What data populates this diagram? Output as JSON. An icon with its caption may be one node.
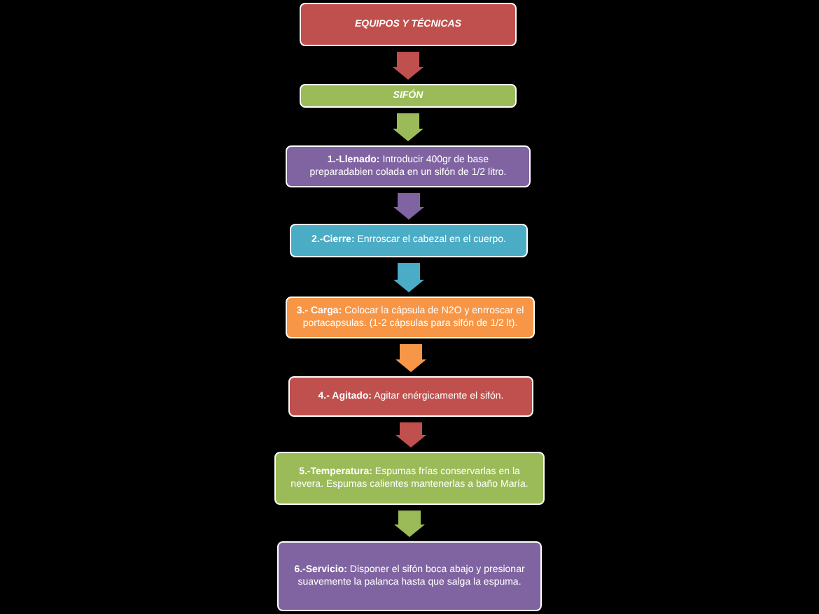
{
  "diagram": {
    "nodes": [
      {
        "text": [
          "EQUIPOS Y TÉCNICAS"
        ]
      },
      {
        "text": [
          "SIFÓN"
        ]
      },
      {
        "text": [
          "**1.-Llenado:** Introducir 400gr de base preparadabien colada en un sifón de 1/2 litro."
        ]
      },
      {
        "text": [
          "**2.-Cierre:** Enrroscar el cabezal en el cuerpo."
        ]
      },
      {
        "text": [
          "**3.- Carga:** Colocar la cápsula de N2O y enrroscar el portacapsulas. (1-2 cápsulas para sifón de 1/2 lt)."
        ]
      },
      {
        "text": [
          "**4.- Agitado:** Agitar enérgicamente el sifón."
        ]
      },
      {
        "text": [
          "**5.-Temperatura:** Espumas frías conservarlas en la nevera. Espumas calientes mantenerlas a baño María."
        ]
      },
      {
        "text": [
          "**6.-Servicio:** Disponer el sifón boca abajo  y presionar suavemente la palanca  hasta que salga la espuma."
        ]
      }
    ],
    "edges": [
      {
        "from": 0,
        "to": 1,
        "arrow": "to",
        "style": "thick",
        "color": "#c0504d"
      },
      {
        "from": 1,
        "to": 2,
        "arrow": "to",
        "style": "thick",
        "color": "#9bbb59"
      },
      {
        "from": 2,
        "to": 3,
        "arrow": "to",
        "style": "thick",
        "color": "#8064a2"
      },
      {
        "from": 3,
        "to": 4,
        "arrow": "to",
        "style": "thick",
        "color": "#4bacc6"
      },
      {
        "from": 4,
        "to": 5,
        "arrow": "to",
        "style": "thick",
        "color": "#f79646"
      },
      {
        "from": 5,
        "to": 6,
        "arrow": "to",
        "style": "thick",
        "color": "#c0504d"
      },
      {
        "from": 6,
        "to": 7,
        "arrow": "to",
        "style": "thick",
        "color": "#9bbb59"
      }
    ]
  }
}
